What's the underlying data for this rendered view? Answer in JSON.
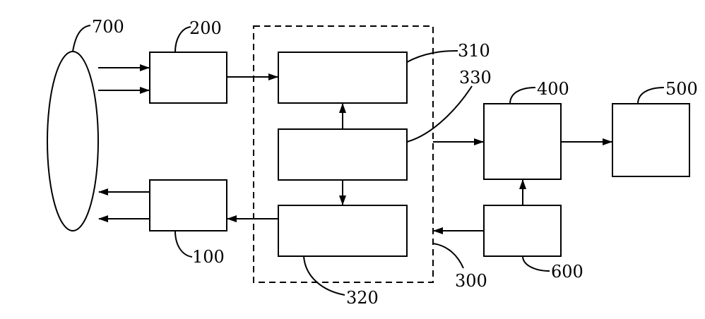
{
  "labels": {
    "l700": "700",
    "l200": "200",
    "l310": "310",
    "l330": "330",
    "l400": "400",
    "l500": "500",
    "l100": "100",
    "l600": "600",
    "l300": "300",
    "l320": "320"
  }
}
